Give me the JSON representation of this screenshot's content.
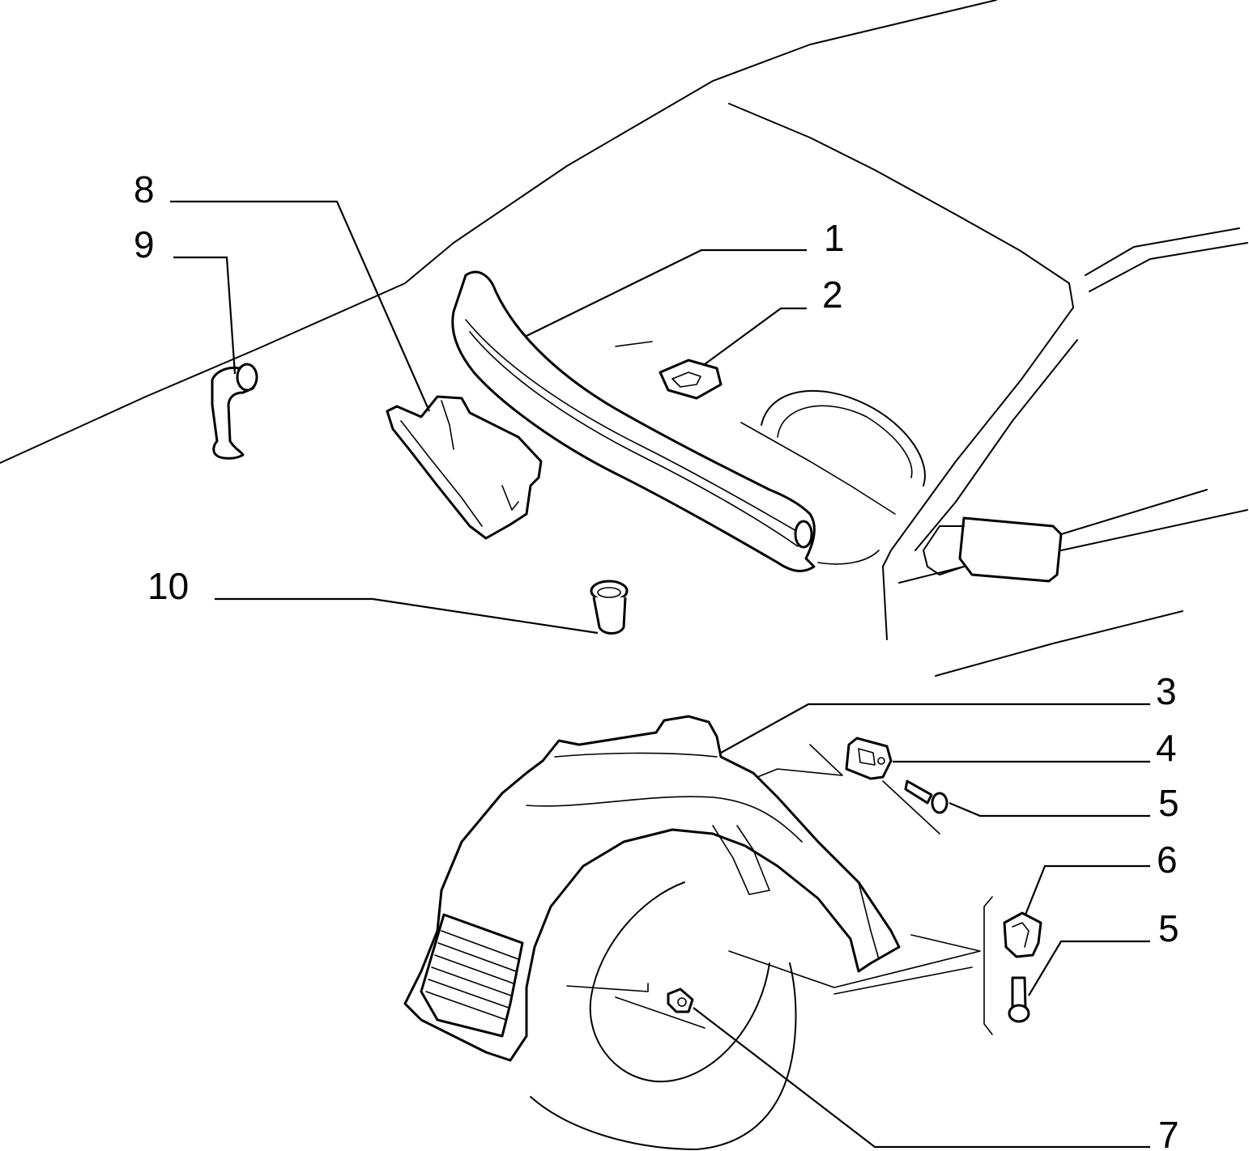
{
  "callouts": [
    {
      "id": "1",
      "label": "1"
    },
    {
      "id": "2",
      "label": "2"
    },
    {
      "id": "3",
      "label": "3"
    },
    {
      "id": "4",
      "label": "4"
    },
    {
      "id": "5a",
      "label": "5"
    },
    {
      "id": "6",
      "label": "6"
    },
    {
      "id": "5b",
      "label": "5"
    },
    {
      "id": "7",
      "label": "7"
    },
    {
      "id": "8",
      "label": "8"
    },
    {
      "id": "9",
      "label": "9"
    },
    {
      "id": "10",
      "label": "10"
    }
  ]
}
